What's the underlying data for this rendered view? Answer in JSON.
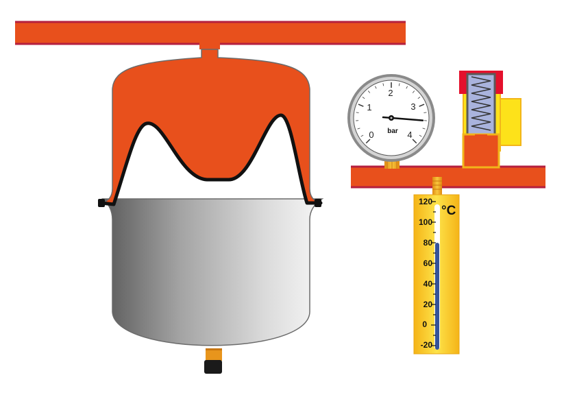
{
  "colors": {
    "water": "#e8501c",
    "pipe_edge": "#b5203f",
    "brass": "#f2b51a",
    "yellow": "#fde21a",
    "membrane": "#111111",
    "valve_cap": "#e4102c",
    "spring_body": "#a9b3dd",
    "mercury": "#34539a"
  },
  "pressure_gauge": {
    "unit": "bar",
    "scale": [
      "0",
      "1",
      "2",
      "3",
      "4"
    ],
    "min": 0,
    "max": 4,
    "reading": 3.4
  },
  "thermometer": {
    "unit": "°C",
    "scale": [
      "120",
      "100",
      "80",
      "60",
      "40",
      "20",
      "0",
      "-20"
    ],
    "min": -20,
    "max": 120,
    "reading": 80
  }
}
